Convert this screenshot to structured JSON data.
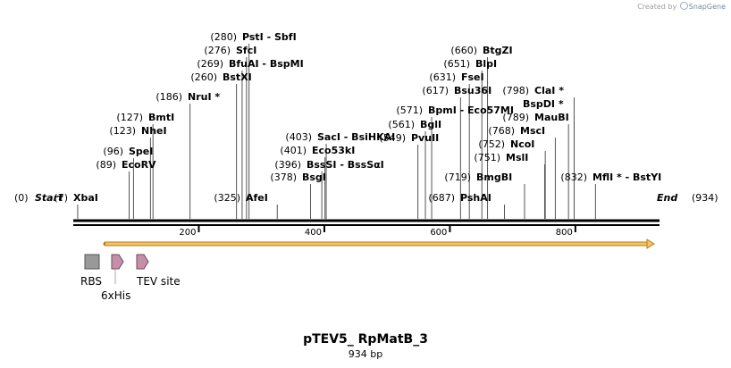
{
  "credit": {
    "prefix": "Created by",
    "brand": "SnapGene"
  },
  "map": {
    "title": "pTEV5_ RpMatB_3",
    "length_label": "934 bp",
    "length": 934,
    "start_label": "Start",
    "start_pos": "(0)",
    "end_label": "End",
    "end_pos": "(934)",
    "ticks": [
      "200",
      "400",
      "600",
      "800"
    ],
    "tick_values": [
      200,
      400,
      600,
      800
    ],
    "colors": {
      "backbone": "#000000",
      "orf_fill": "#f6c26b",
      "orf_stroke": "#b38012",
      "rbs": "#999999",
      "tag": "#c48fa8"
    },
    "sites": [
      {
        "pos": 7,
        "pos_label": "(7)",
        "name": "XbaI"
      },
      {
        "pos": 89,
        "pos_label": "(89)",
        "name": "EcoRV"
      },
      {
        "pos": 96,
        "pos_label": "(96)",
        "name": "SpeI"
      },
      {
        "pos": 123,
        "pos_label": "(123)",
        "name": "NheI"
      },
      {
        "pos": 127,
        "pos_label": "(127)",
        "name": "BmtI"
      },
      {
        "pos": 186,
        "pos_label": "(186)",
        "name": "NruI *"
      },
      {
        "pos": 260,
        "pos_label": "(260)",
        "name": "BstXI"
      },
      {
        "pos": 269,
        "pos_label": "(269)",
        "name": "BfuAI  -  BspMI"
      },
      {
        "pos": 276,
        "pos_label": "(276)",
        "name": "SfcI"
      },
      {
        "pos": 280,
        "pos_label": "(280)",
        "name": "PstI  -  SbfI"
      },
      {
        "pos": 325,
        "pos_label": "(325)",
        "name": "AfeI"
      },
      {
        "pos": 378,
        "pos_label": "(378)",
        "name": "BsgI"
      },
      {
        "pos": 396,
        "pos_label": "(396)",
        "name": "BssSI  -  BssSαI"
      },
      {
        "pos": 401,
        "pos_label": "(401)",
        "name": "Eco53kI"
      },
      {
        "pos": 403,
        "pos_label": "(403)",
        "name": "SacI  -  BsiHKAI"
      },
      {
        "pos": 549,
        "pos_label": "(549)",
        "name": "PvuII"
      },
      {
        "pos": 561,
        "pos_label": "(561)",
        "name": "BglI"
      },
      {
        "pos": 571,
        "pos_label": "(571)",
        "name": "BpmI  -  Eco57MI"
      },
      {
        "pos": 617,
        "pos_label": "(617)",
        "name": "Bsu36I"
      },
      {
        "pos": 631,
        "pos_label": "(631)",
        "name": "FseI"
      },
      {
        "pos": 651,
        "pos_label": "(651)",
        "name": "BlpI"
      },
      {
        "pos": 660,
        "pos_label": "(660)",
        "name": "BtgZI"
      },
      {
        "pos": 687,
        "pos_label": "(687)",
        "name": "PshAI"
      },
      {
        "pos": 719,
        "pos_label": "(719)",
        "name": "BmgBI"
      },
      {
        "pos": 751,
        "pos_label": "(751)",
        "name": "MslI"
      },
      {
        "pos": 752,
        "pos_label": "(752)",
        "name": "NcoI"
      },
      {
        "pos": 768,
        "pos_label": "(768)",
        "name": "MscI"
      },
      {
        "pos": 789,
        "pos_label": "(789)",
        "name": "MauBI"
      },
      {
        "pos": 798,
        "pos_label": "(798)",
        "name": "ClaI *"
      },
      {
        "pos": 798,
        "pos_label": "",
        "name": "BspDI *"
      },
      {
        "pos": 832,
        "pos_label": "(832)",
        "name": "MflI *  -  BstYI"
      }
    ],
    "features": [
      {
        "name": "RBS",
        "shape": "box"
      },
      {
        "name": "6xHis",
        "shape": "arrow"
      },
      {
        "name": "TEV site",
        "shape": "arrow"
      }
    ]
  }
}
